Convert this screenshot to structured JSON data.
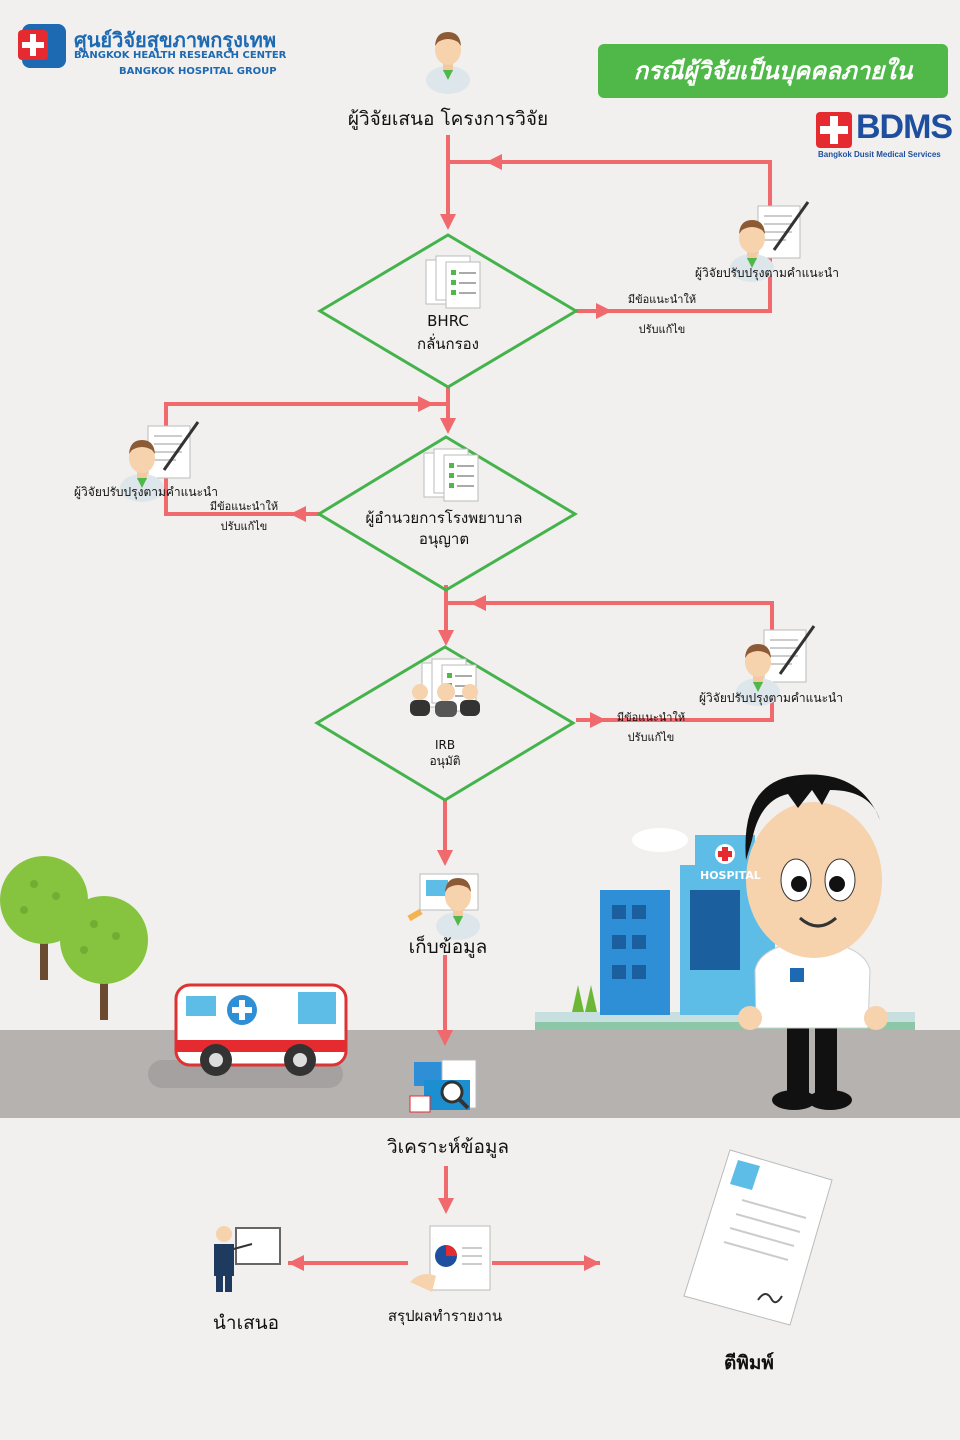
{
  "header": {
    "logo_thai": "ศูนย์วิจัยสุขภาพกรุงเทพ",
    "logo_en_line1": "BANGKOK HEALTH RESEARCH CENTER",
    "logo_en_line2": "BANGKOK HOSPITAL GROUP",
    "banner_title": "กรณีผู้วิจัยเป็นบุคคลภายใน",
    "partner_logo": "BDMS",
    "partner_sub": "Bangkok Dusit Medical Services"
  },
  "flow": {
    "start": "ผู้วิจัยเสนอ โครงการวิจัย",
    "step1_line1": "BHRC",
    "step1_line2": "กลั่นกรอง",
    "step2_line1": "ผู้อำนวยการโรงพยาบาล",
    "step2_line2": "อนุญาต",
    "step3_line1": "IRB",
    "step3_line2": "อนุมัติ",
    "collect": "เก็บข้อมูล",
    "analyze": "วิเคราะห์ข้อมูล",
    "summarize": "สรุปผลทำรายงาน",
    "present": "นำเสนอ",
    "publish": "ตีพิมพ์"
  },
  "feedback": {
    "revise_label": "ผู้วิจัยปรับปรุงตามคำแนะนำ",
    "has_suggestion": "มีข้อแนะนำให้",
    "fix": "ปรับแก้ไข"
  },
  "scene": {
    "hospital_sign": "HOSPITAL"
  },
  "colors": {
    "arrow": "#f06a6d",
    "diamond": "#45b34b",
    "banner": "#4fb848",
    "road": "#b5b2b0",
    "brand_blue": "#1d6ab3"
  }
}
